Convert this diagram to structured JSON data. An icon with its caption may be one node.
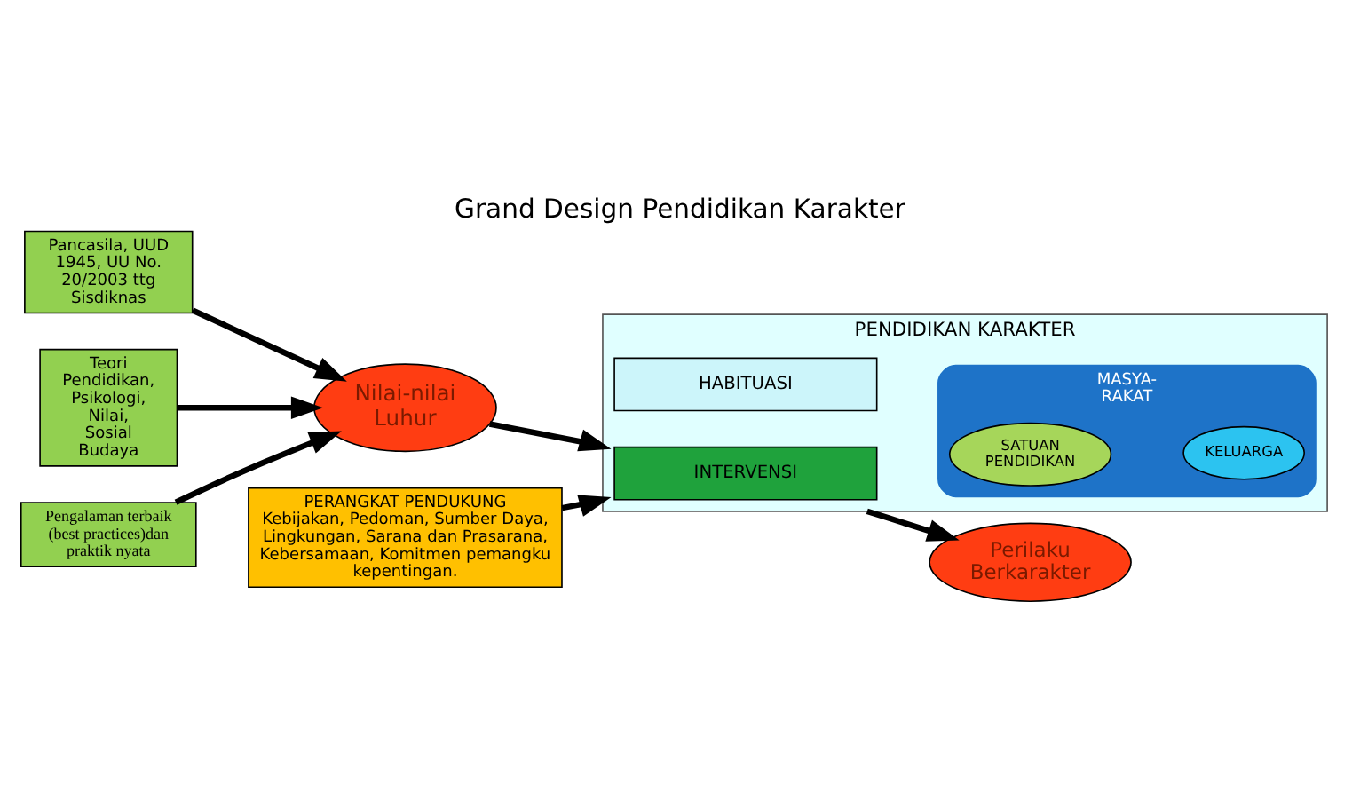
{
  "diagram": {
    "title": "Grand Design Pendidikan Karakter",
    "nodes": [
      {
        "text": [
          "Pancasila, UUD 1945, UU No. 20/2003 ttg Sisdiknas"
        ]
      },
      {
        "text": [
          "Teori Pendidikan, Psikologi, Nilai, Sosial Budaya"
        ]
      },
      {
        "text": [
          "Nilai-nilai Luhur"
        ]
      },
      {
        "text": [
          "Pengalaman terbaik (best practices)dan praktik nyata"
        ]
      },
      {
        "text": [
          "PENDIDIKAN KARAKTER"
        ]
      },
      {
        "text": [
          "INTERVENSI"
        ],
        "in": 4
      },
      {
        "text": [
          "MASYA- RAKAT"
        ],
        "in": 4
      },
      {
        "text": [
          "SATUAN PENDIDIKAN"
        ],
        "in": 6
      },
      {
        "text": [
          "KELUARGA"
        ],
        "in": 6
      },
      {
        "text": [
          "HABITUASI"
        ],
        "in": 4
      },
      {
        "text": [
          "Perilaku Berkarakter"
        ]
      },
      {
        "text": [
          "PERANGKAT PENDUKUNG",
          "Kebijakan, Pedoman, Sumber Daya, Lingkungan, Sarana dan Prasarana, Kebersamaan, Komitmen pemangku kepentingan."
        ]
      }
    ],
    "edges": [
      {
        "from": 0,
        "to": 2,
        "arrow": "to"
      },
      {
        "from": 1,
        "to": 2,
        "arrow": "to"
      },
      {
        "from": 3,
        "to": 2,
        "arrow": "to"
      },
      {
        "from": 2,
        "to": 4,
        "arrow": "to"
      },
      {
        "from": 4,
        "to": 10,
        "arrow": "to"
      },
      {
        "from": 11,
        "to": 4,
        "arrow": "to"
      }
    ]
  }
}
